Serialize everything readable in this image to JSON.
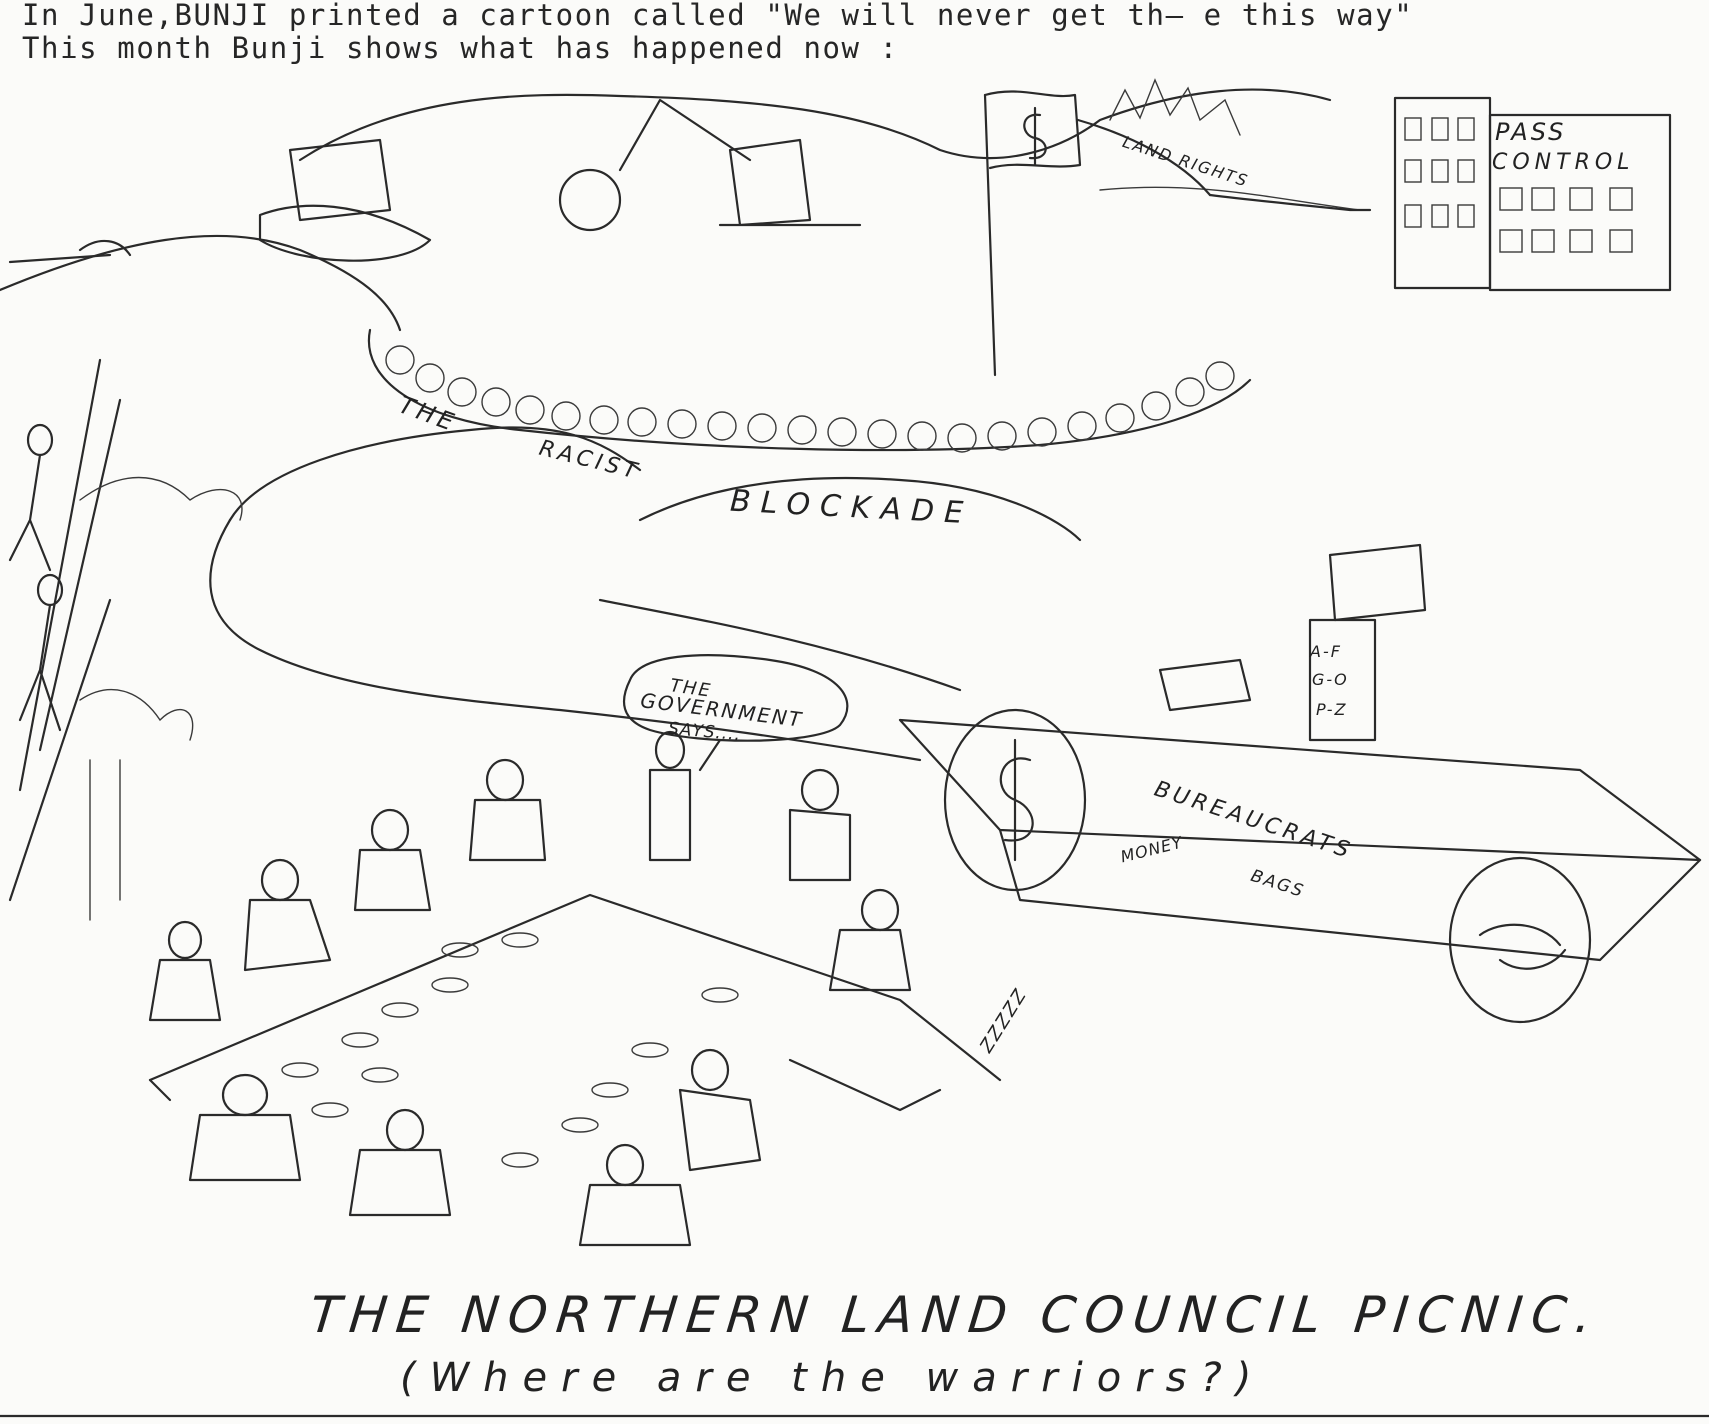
{
  "header": {
    "line1": "In June,BUNJI printed a cartoon called \"We will never get th— e this way\"",
    "line2": "This month Bunji shows what has happened now :"
  },
  "drawing": {
    "road_label_the": "THE",
    "road_label_racist": "RACIST",
    "road_label_blockade": "BLOCKADE",
    "flag_banner": "LAND RIGHTS",
    "building_sign_1": "PASS",
    "building_sign_2": "CONTROL",
    "speech_bubble_1": "THE",
    "speech_bubble_2": "GOVERNMENT",
    "speech_bubble_3": "SAYS....",
    "cart_label": "BUREAUCRATS",
    "cart_panel_1": "MONEY",
    "cart_panel_2": "BAGS",
    "sleeper_sound": "ZZZZZ",
    "cabinet_1": "A-F",
    "cabinet_2": "G-O",
    "cabinet_3": "P-Z"
  },
  "caption": {
    "title": "THE NORTHERN LAND COUNCIL PICNIC.",
    "subtitle": "(Where are the warriors?)"
  }
}
